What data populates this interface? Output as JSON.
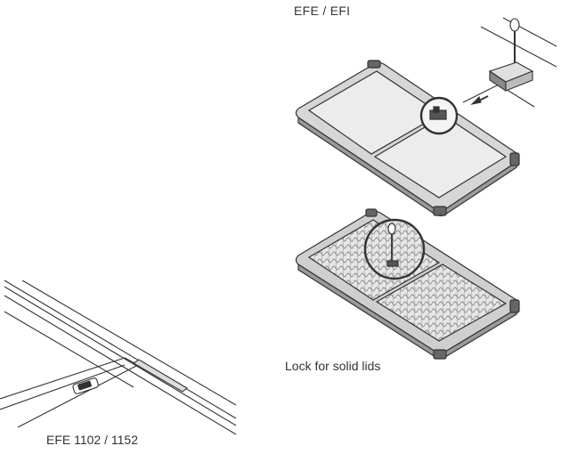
{
  "header_label": "EFE  /  EFI",
  "lock_caption": "Lock for solid lids",
  "model_caption": "EFE 1102 / 1152",
  "colors": {
    "line": "#333333",
    "frame": "#888888",
    "panel": "#e8e8e8",
    "mesh": "#bdbdbd"
  },
  "illustrations": [
    {
      "name": "solid-lid-freezer",
      "description": "freezer with two solid lids and circled lock detail"
    },
    {
      "name": "lock-detail",
      "description": "magnified key and lock mechanism with arrow"
    },
    {
      "name": "mesh-lid-freezer",
      "description": "freezer with two perforated lids and circled key detail"
    },
    {
      "name": "sliding-lid-closeup",
      "description": "close-up of sliding lid rail with lock"
    }
  ]
}
